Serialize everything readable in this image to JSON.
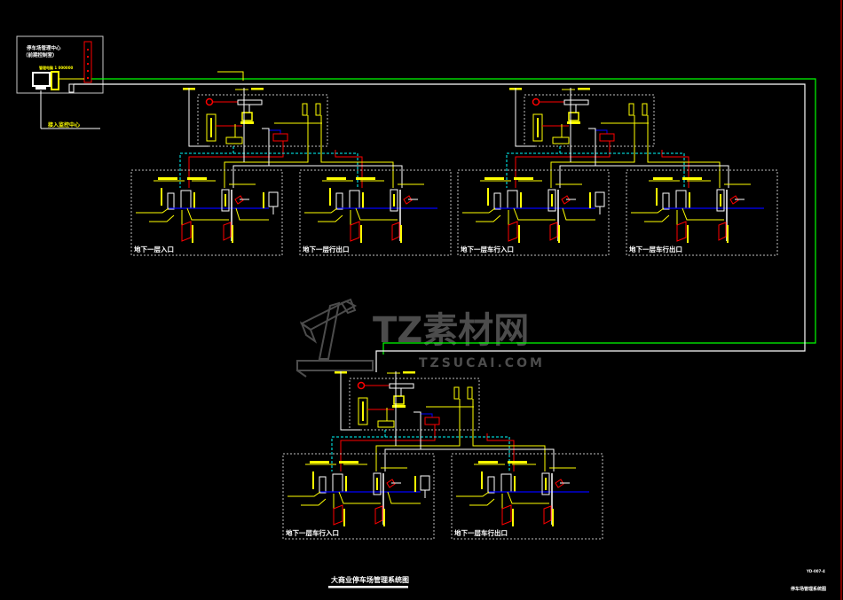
{
  "drawing": {
    "title": "大商业停车场管理系统图",
    "drawing_no": "YD-007-4",
    "title_block_name": "停车场管理系统图"
  },
  "control_center": {
    "name": "停车场管理中心",
    "subtitle": "（前期控制室）",
    "tag": "管理电脑 1 000000",
    "port_label": "接入监控中心"
  },
  "watermark": {
    "brand": "TZ素材网",
    "url": "TZSUCAI.COM"
  },
  "lanes": [
    {
      "label": "地下一层入口"
    },
    {
      "label": "地下一层行出口"
    },
    {
      "label": "地下一层车行入口"
    },
    {
      "label": "地下一层车行出口"
    },
    {
      "label": "地下一层车行入口"
    },
    {
      "label": "地下一层车行出口"
    }
  ],
  "colors": {
    "background": "#000000",
    "white_wire": "#ffffff",
    "green_wire": "#00ff00",
    "red_wire": "#ff0000",
    "yellow_wire": "#ffff00",
    "cyan_wire": "#00ffff",
    "blue_wire": "#0000ff",
    "dashed_frame": "#c0c0c0",
    "watermark": "#555555"
  },
  "icons": [
    "computer-icon",
    "camera-icon",
    "barrier-gate-icon",
    "ticket-machine-icon",
    "loop-detector-icon",
    "network-switch-icon",
    "intercom-icon"
  ]
}
